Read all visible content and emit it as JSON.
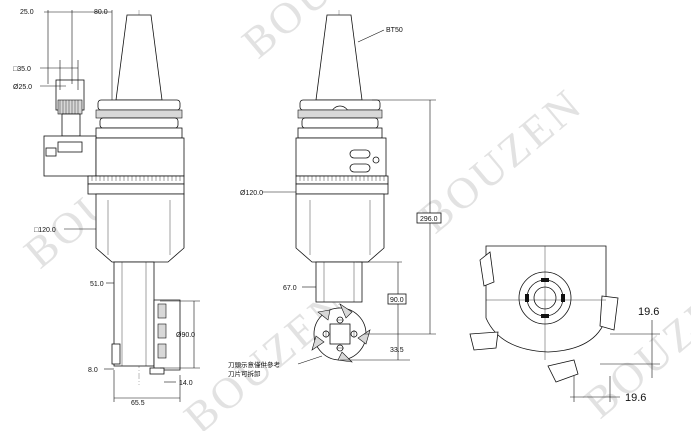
{
  "watermark": {
    "text": "BOUZEN"
  },
  "labels": {
    "taper": "BT50"
  },
  "dimensions": {
    "d25": "25.0",
    "d80": "80.0",
    "sq35": "□35.0",
    "dia25": "Ø25.0",
    "dia120": "Ø120.0",
    "sq120": "□120.0",
    "d51": "51.0",
    "dia90": "Ø90.0",
    "d8": "8.0",
    "d14": "14.0",
    "d65": "65.5",
    "d67": "67.0",
    "d296": "296.0",
    "d90": "90.0",
    "d33": "33.5",
    "d19a": "19.6",
    "d19b": "19.6"
  },
  "note": {
    "line1": "刀頭示意僅供參考",
    "line2": "刀片可拆卸"
  }
}
